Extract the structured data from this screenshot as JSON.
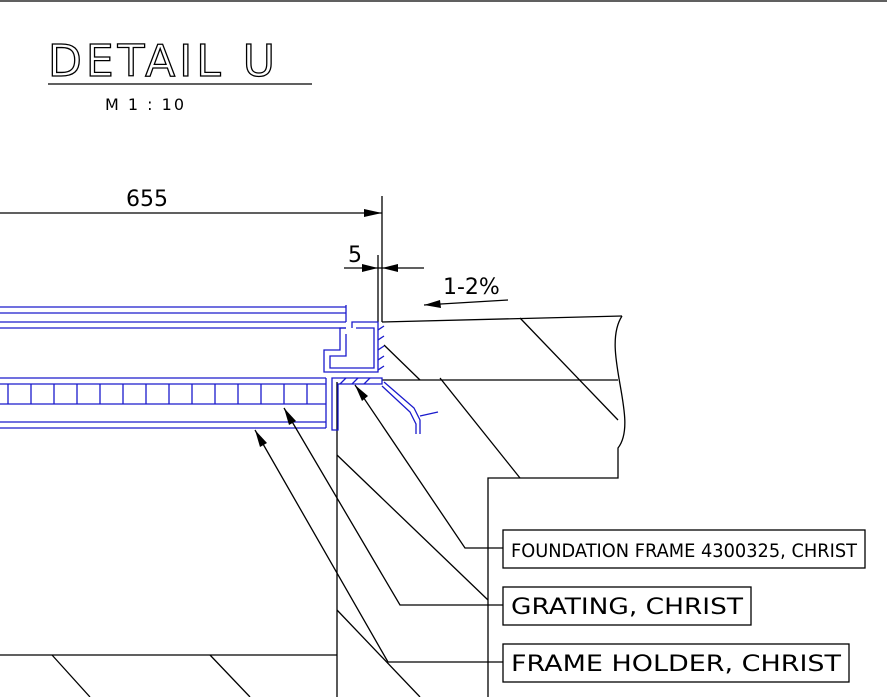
{
  "title": "DETAIL U",
  "scale": "M 1 : 10",
  "dimensions": {
    "overall": "655",
    "gap": "5",
    "slope": "1-2%"
  },
  "labels": {
    "foundation_frame": "FOUNDATION FRAME 4300325, CHRIST",
    "grating": "GRATING, CHRIST",
    "frame_holder": "FRAME HOLDER, CHRIST"
  },
  "colors": {
    "line": "#000000",
    "part_outline": "#1a1acc"
  }
}
